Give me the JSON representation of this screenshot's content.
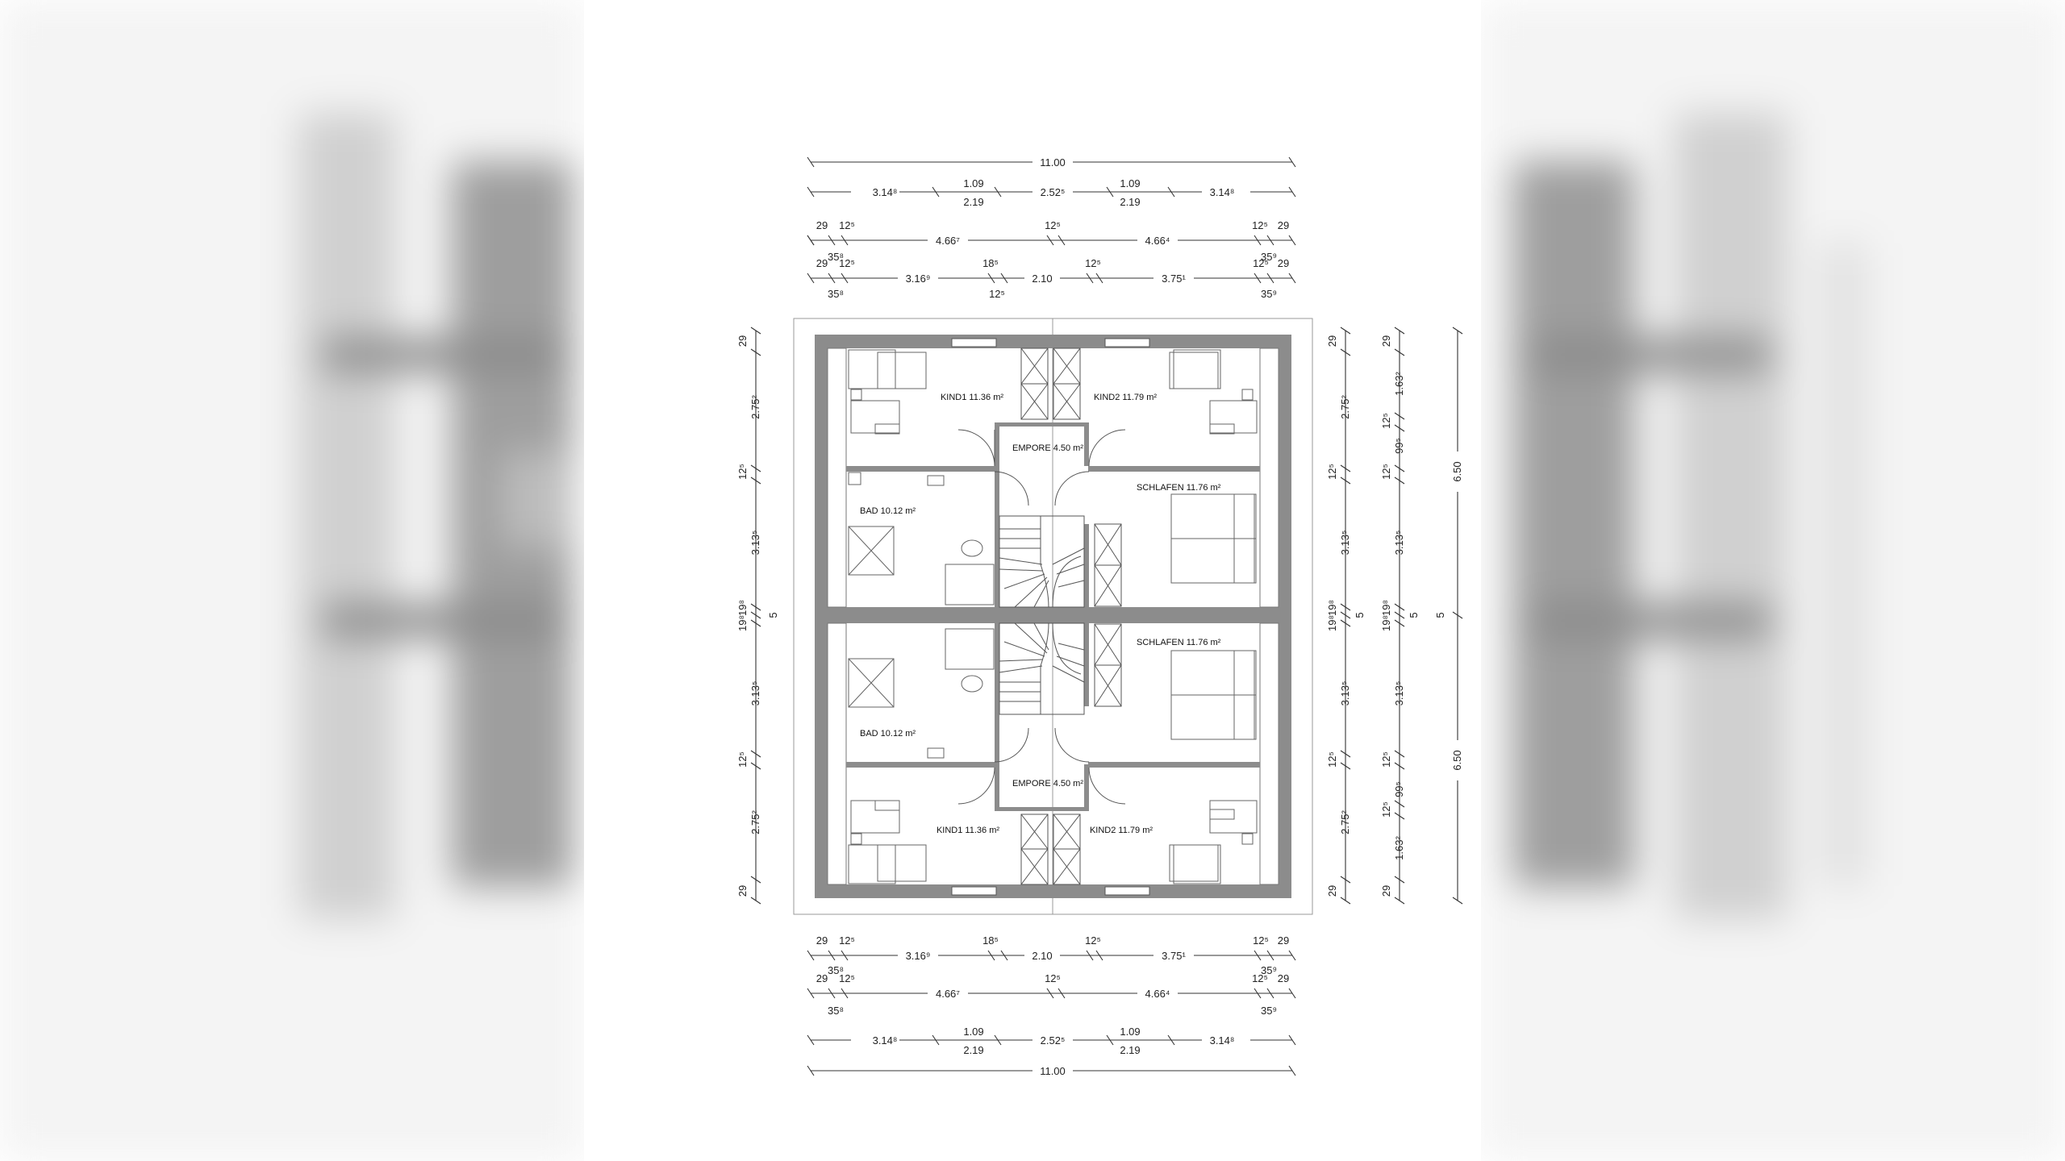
{
  "plan": {
    "width_total": "11.00",
    "depth_half": "6.50",
    "center_mark": "5",
    "rooms_top": [
      {
        "id": "kind1",
        "label": "KIND1 11.36 m²"
      },
      {
        "id": "kind2",
        "label": "KIND2 11.79 m²"
      },
      {
        "id": "empore",
        "label": "EMPORE 4.50 m²"
      },
      {
        "id": "bad",
        "label": "BAD 10.12 m²"
      },
      {
        "id": "schlafen",
        "label": "SCHLAFEN 11.76 m²"
      }
    ],
    "rooms_bottom": [
      {
        "id": "kind1",
        "label": "KIND1 11.36 m²"
      },
      {
        "id": "kind2",
        "label": "KIND2 11.79 m²"
      },
      {
        "id": "empore",
        "label": "EMPORE 4.50 m²"
      },
      {
        "id": "bad",
        "label": "BAD 10.12 m²"
      },
      {
        "id": "schlafen",
        "label": "SCHLAFEN 11.76 m²"
      }
    ],
    "dims_horizontal": {
      "row_total": "11.00",
      "row_openings": [
        "3.14⁸",
        "1.09",
        "2.19",
        "2.52⁵",
        "1.09",
        "2.19",
        "3.14⁸"
      ],
      "row_rooms": [
        "29",
        "12⁵",
        "4.66⁷",
        "12⁵",
        "4.66⁴",
        "12⁵",
        "29"
      ],
      "row_inner": [
        "35⁸",
        "29",
        "12⁵",
        "3.16⁹",
        "18⁵",
        "12⁵",
        "2.10",
        "12⁵",
        "3.75¹",
        "12⁵",
        "35⁹",
        "29",
        "35⁸",
        "35⁹"
      ]
    },
    "dims_vertical": {
      "left": [
        "29",
        "2.75²",
        "12⁵",
        "3.13⁵",
        "19⁸",
        "19⁸",
        "5",
        "3.13⁵",
        "12⁵",
        "2.75²",
        "29"
      ],
      "right_inner": [
        "29",
        "2.75²",
        "12⁵",
        "3.13⁵",
        "19⁸",
        "19⁸",
        "5",
        "3.13⁵",
        "12⁵",
        "2.75²",
        "29"
      ],
      "right_outer": [
        "29",
        "1.63²",
        "12⁵",
        "99⁵",
        "12⁵",
        "3.13⁵",
        "19⁸",
        "19⁸",
        "5",
        "3.13⁵",
        "12⁵",
        "99⁵",
        "12⁵",
        "1.63²",
        "29"
      ],
      "right_total": [
        "6.50",
        "5",
        "6.50"
      ]
    }
  }
}
